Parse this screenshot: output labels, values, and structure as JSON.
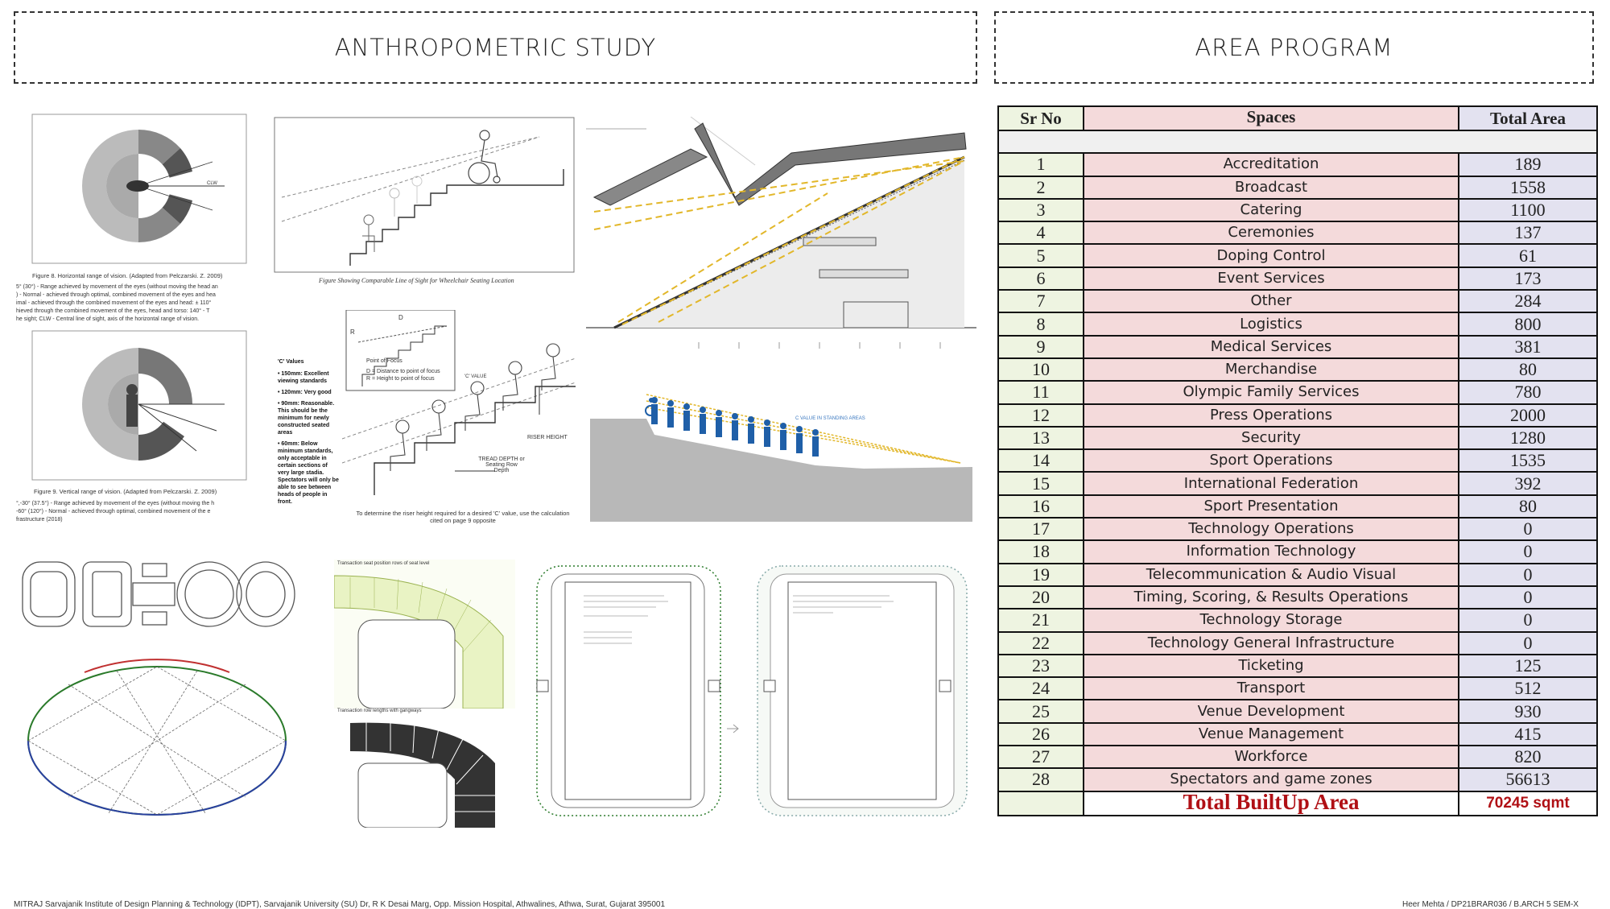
{
  "titles": {
    "left": "ANTHROPOMETRIC STUDY",
    "right": "AREA PROGRAM"
  },
  "figures": {
    "fig8_caption": "Figure 8. Horizontal range of vision. (Adapted from Pelczarski. Z. 2009)",
    "fig8_notes": [
      "5° (30°) - Range achieved by movement of the eyes (without moving the head an",
      ") - Normal - achieved through optimal, combined movement of the eyes and hea",
      "imal - achieved through the combined movement of the eyes and head: ± 110°",
      "hieved through the combined movement of the eyes, head and torso: 140° - T",
      "he sight; CLW - Central line of sight, axis of the horizontal range of vision."
    ],
    "fig9_caption": "Figure 9. Vertical range of vision. (Adapted from Pelczarski. Z. 2009)",
    "fig9_notes": [
      "°,-30° (37.5°) - Range achieved by movement of the eyes (without moving the h",
      "-60° (120°) - Normal - achieved through optimal, combined movement of the e",
      "frastructure (2018)"
    ],
    "wheelchair_caption": "Figure Showing Comparable Line of Sight for Wheelchair Seating Location",
    "c_values_title": "'C' Values",
    "c_values": [
      "• 150mm: Excellent viewing standards",
      "• 120mm: Very good",
      "• 90mm: Reasonable. This should be the minimum for newly constructed seated areas",
      "• 60mm: Below minimum standards, only acceptable in certain sections of very large stadia. Spectators will only be able to see between heads of people in front."
    ],
    "riser_labels": {
      "point": "Point of Focus",
      "d": "D = Distance to point of focus",
      "r": "R = Height to point of focus",
      "tread": "TREAD DEPTH or Seating Row Depth",
      "riser": "RISER HEIGHT",
      "cvalue": "'C' VALUE"
    },
    "riser_caption": "To determine the riser height required for a desired 'C' value, use the calculation cited on page 9 opposite",
    "standing_label": "C VALUE IN STANDING AREAS",
    "plan_label_1": "Transaction seat position rows of seat level",
    "plan_label_2": "Transaction row lengths with gangways"
  },
  "table": {
    "headers": {
      "sr": "Sr No",
      "spaces": "Spaces",
      "area": "Total Area"
    },
    "rows": [
      {
        "sr": "1",
        "space": "Accreditation",
        "area": "189"
      },
      {
        "sr": "2",
        "space": "Broadcast",
        "area": "1558"
      },
      {
        "sr": "3",
        "space": "Catering",
        "area": "1100"
      },
      {
        "sr": "4",
        "space": "Ceremonies",
        "area": "137"
      },
      {
        "sr": "5",
        "space": "Doping Control",
        "area": "61"
      },
      {
        "sr": "6",
        "space": "Event Services",
        "area": "173"
      },
      {
        "sr": "7",
        "space": "Other",
        "area": "284"
      },
      {
        "sr": "8",
        "space": "Logistics",
        "area": "800"
      },
      {
        "sr": "9",
        "space": "Medical Services",
        "area": "381"
      },
      {
        "sr": "10",
        "space": "Merchandise",
        "area": "80"
      },
      {
        "sr": "11",
        "space": "Olympic Family Services",
        "area": "780"
      },
      {
        "sr": "12",
        "space": "Press Operations",
        "area": "2000"
      },
      {
        "sr": "13",
        "space": "Security",
        "area": "1280"
      },
      {
        "sr": "14",
        "space": "Sport Operations",
        "area": "1535"
      },
      {
        "sr": "15",
        "space": "International Federation",
        "area": "392"
      },
      {
        "sr": "16",
        "space": "Sport Presentation",
        "area": "80"
      },
      {
        "sr": "17",
        "space": "Technology Operations",
        "area": "0"
      },
      {
        "sr": "18",
        "space": "Information Technology",
        "area": "0"
      },
      {
        "sr": "19",
        "space": "Telecommunication & Audio Visual",
        "area": "0"
      },
      {
        "sr": "20",
        "space": "Timing, Scoring, & Results Operations",
        "area": "0"
      },
      {
        "sr": "21",
        "space": "Technology Storage",
        "area": "0"
      },
      {
        "sr": "22",
        "space": "Technology General Infrastructure",
        "area": "0"
      },
      {
        "sr": "23",
        "space": "Ticketing",
        "area": "125"
      },
      {
        "sr": "24",
        "space": "Transport",
        "area": "512"
      },
      {
        "sr": "25",
        "space": "Venue Development",
        "area": "930"
      },
      {
        "sr": "26",
        "space": "Venue Management",
        "area": "415"
      },
      {
        "sr": "27",
        "space": "Workforce",
        "area": "820"
      },
      {
        "sr": "28",
        "space": "Spectators and game zones",
        "area": "56613"
      }
    ],
    "total_label": "Total BuiltUp Area",
    "total_value": "70245 sqmt"
  },
  "footer": {
    "left": "MITRAJ Sarvajanik Institute of Design Planning & Technology (IDPT), Sarvajanik University (SU) Dr, R K Desai Marg, Opp. Mission Hospital, Athwalines, Athwa, Surat, Gujarat 395001",
    "right": "Heer Mehta  /  DP21BRAR036  /  B.ARCH 5 SEM-X"
  },
  "colors": {
    "sr_cell": "#eef4e1",
    "space_cell": "#f4dadb",
    "area_cell": "#e3e2f0",
    "total_text": "#b01015",
    "sightline": "#e2b72a",
    "wheelchair": "#1f5fa8"
  }
}
